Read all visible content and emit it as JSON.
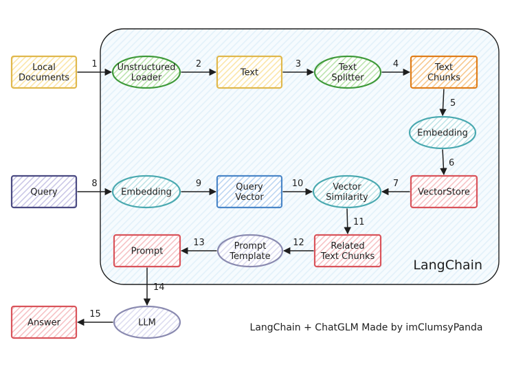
{
  "colors": {
    "yellow_stroke": "#e0b84c",
    "yellow_fill": "#fbe6a9",
    "green_stroke": "#3f9a3a",
    "green_fill": "#b9e3ad",
    "orange_stroke": "#e07e1a",
    "orange_fill": "#f7c88e",
    "teal_stroke": "#4aa9b0",
    "teal_fill": "#bfe4e8",
    "red_stroke": "#d9535a",
    "red_fill": "#f6c1c4",
    "purple_stroke": "#4a4a82",
    "purple_fill": "#c9c6e6",
    "blue_stroke": "#4a86c8",
    "blue_fill": "#bcd6f2",
    "lavender_stroke": "#8a8ab0",
    "lavender_fill": "#dcdcf0",
    "container_fill": "#e3f1fa",
    "container_stroke": "#1e1e1e"
  },
  "container": {
    "label": "LangChain"
  },
  "nodes": {
    "local_documents": {
      "lines": [
        "Local",
        "Documents"
      ],
      "shape": "rect",
      "color": "yellow"
    },
    "unstructured_loader": {
      "lines": [
        "Unstructured",
        "Loader"
      ],
      "shape": "ellipse",
      "color": "green"
    },
    "text": {
      "lines": [
        "Text"
      ],
      "shape": "rect",
      "color": "yellow"
    },
    "text_splitter": {
      "lines": [
        "Text",
        "Splitter"
      ],
      "shape": "ellipse",
      "color": "green"
    },
    "text_chunks": {
      "lines": [
        "Text",
        "Chunks"
      ],
      "shape": "rect",
      "color": "orange"
    },
    "embedding_top": {
      "lines": [
        "Embedding"
      ],
      "shape": "ellipse",
      "color": "teal"
    },
    "vector_store": {
      "lines": [
        "VectorStore"
      ],
      "shape": "rect",
      "color": "red"
    },
    "query": {
      "lines": [
        "Query"
      ],
      "shape": "rect",
      "color": "purple"
    },
    "embedding_mid": {
      "lines": [
        "Embedding"
      ],
      "shape": "ellipse",
      "color": "teal"
    },
    "query_vector": {
      "lines": [
        "Query",
        "Vector"
      ],
      "shape": "rect",
      "color": "blue"
    },
    "vector_similarity": {
      "lines": [
        "Vector",
        "Similarity"
      ],
      "shape": "ellipse",
      "color": "teal"
    },
    "related_text_chunks": {
      "lines": [
        "Related",
        "Text Chunks"
      ],
      "shape": "rect",
      "color": "red"
    },
    "prompt_template": {
      "lines": [
        "Prompt",
        "Template"
      ],
      "shape": "ellipse",
      "color": "lavender"
    },
    "prompt": {
      "lines": [
        "Prompt"
      ],
      "shape": "rect",
      "color": "red"
    },
    "llm": {
      "lines": [
        "LLM"
      ],
      "shape": "ellipse",
      "color": "lavender"
    },
    "answer": {
      "lines": [
        "Answer"
      ],
      "shape": "rect",
      "color": "red"
    }
  },
  "edges": [
    {
      "from": "local_documents",
      "to": "unstructured_loader",
      "label": "1"
    },
    {
      "from": "unstructured_loader",
      "to": "text",
      "label": "2"
    },
    {
      "from": "text",
      "to": "text_splitter",
      "label": "3"
    },
    {
      "from": "text_splitter",
      "to": "text_chunks",
      "label": "4"
    },
    {
      "from": "text_chunks",
      "to": "embedding_top",
      "label": "5"
    },
    {
      "from": "embedding_top",
      "to": "vector_store",
      "label": "6"
    },
    {
      "from": "vector_store",
      "to": "vector_similarity",
      "label": "7"
    },
    {
      "from": "query",
      "to": "embedding_mid",
      "label": "8"
    },
    {
      "from": "embedding_mid",
      "to": "query_vector",
      "label": "9"
    },
    {
      "from": "query_vector",
      "to": "vector_similarity",
      "label": "10"
    },
    {
      "from": "vector_similarity",
      "to": "related_text_chunks",
      "label": "11"
    },
    {
      "from": "related_text_chunks",
      "to": "prompt_template",
      "label": "12"
    },
    {
      "from": "prompt_template",
      "to": "prompt",
      "label": "13"
    },
    {
      "from": "prompt",
      "to": "llm",
      "label": "14"
    },
    {
      "from": "llm",
      "to": "answer",
      "label": "15"
    }
  ],
  "credit": "LangChain + ChatGLM Made by imClumsyPanda"
}
